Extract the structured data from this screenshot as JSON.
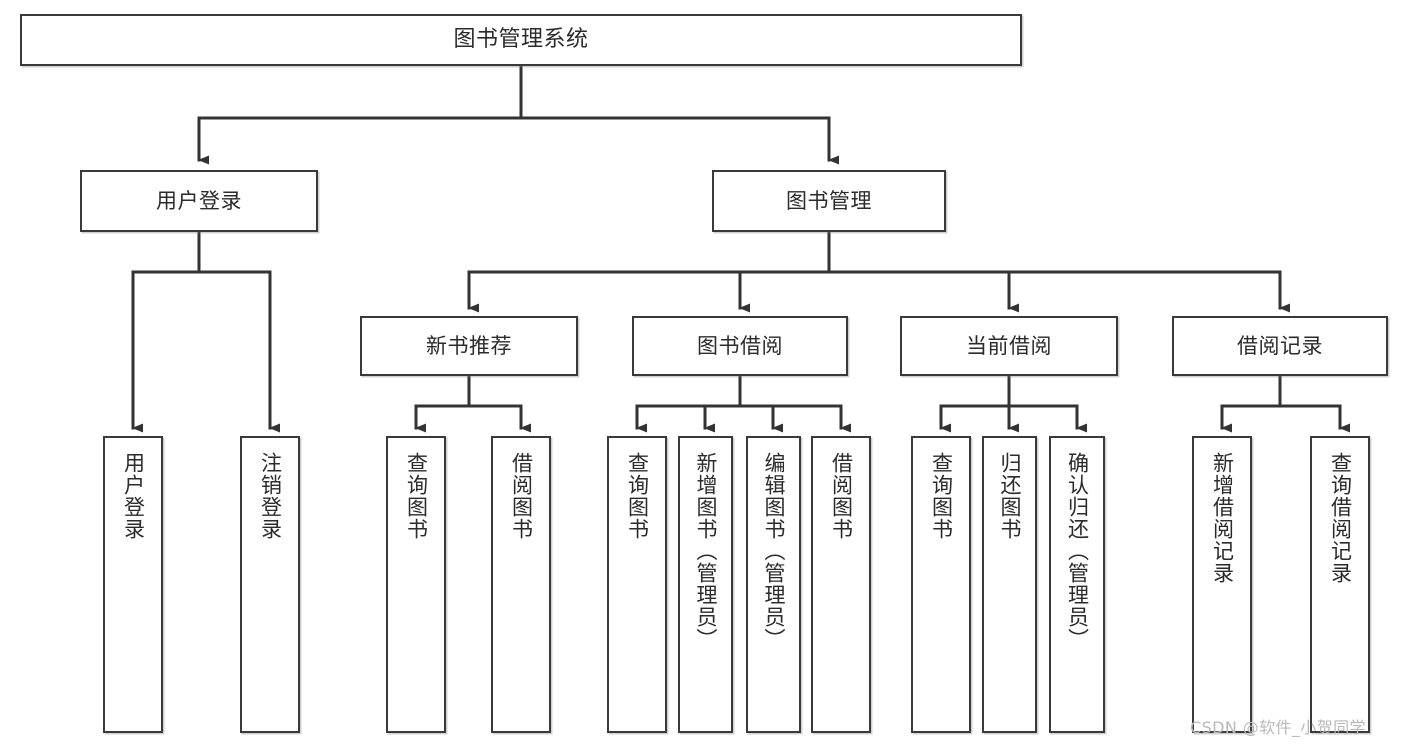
{
  "diagram": {
    "title": "图书管理系统",
    "type": "tree-hierarchy-chart",
    "watermark": "CSDN @软件_小贺同学",
    "colors": {
      "border": "#3a3a3a",
      "text": "#2b2b2b",
      "background": "#ffffff",
      "edge": "#333333",
      "watermark": "#b9b9b9"
    },
    "nodes": {
      "root": {
        "label": "图书管理系统"
      },
      "level2": [
        {
          "id": "user-login",
          "label": "用户登录"
        },
        {
          "id": "book-manage",
          "label": "图书管理"
        }
      ],
      "level3": [
        {
          "id": "new-book-rec",
          "label": "新书推荐"
        },
        {
          "id": "book-borrow",
          "label": "图书借阅"
        },
        {
          "id": "current-borrow",
          "label": "当前借阅"
        },
        {
          "id": "borrow-record",
          "label": "借阅记录"
        }
      ],
      "leaves": {
        "user_login": [
          {
            "id": "leaf-user-login",
            "label": "用户登录"
          },
          {
            "id": "leaf-logout-login",
            "label": "注销登录"
          }
        ],
        "new_book_rec": [
          {
            "id": "leaf-query-book-1",
            "label": "查询图书"
          },
          {
            "id": "leaf-borrow-book-1",
            "label": "借阅图书"
          }
        ],
        "book_borrow": [
          {
            "id": "leaf-query-book-2",
            "label": "查询图书"
          },
          {
            "id": "leaf-add-book",
            "label": "新增图书（管理员）"
          },
          {
            "id": "leaf-edit-book",
            "label": "编辑图书（管理员）"
          },
          {
            "id": "leaf-borrow-book-2",
            "label": "借阅图书"
          }
        ],
        "current_borrow": [
          {
            "id": "leaf-query-book-3",
            "label": "查询图书"
          },
          {
            "id": "leaf-return-book",
            "label": "归还图书"
          },
          {
            "id": "leaf-confirm-return",
            "label": "确认归还（管理员）"
          }
        ],
        "borrow_record": [
          {
            "id": "leaf-add-record",
            "label": "新增借阅记录"
          },
          {
            "id": "leaf-query-record",
            "label": "查询借阅记录"
          }
        ]
      }
    }
  }
}
